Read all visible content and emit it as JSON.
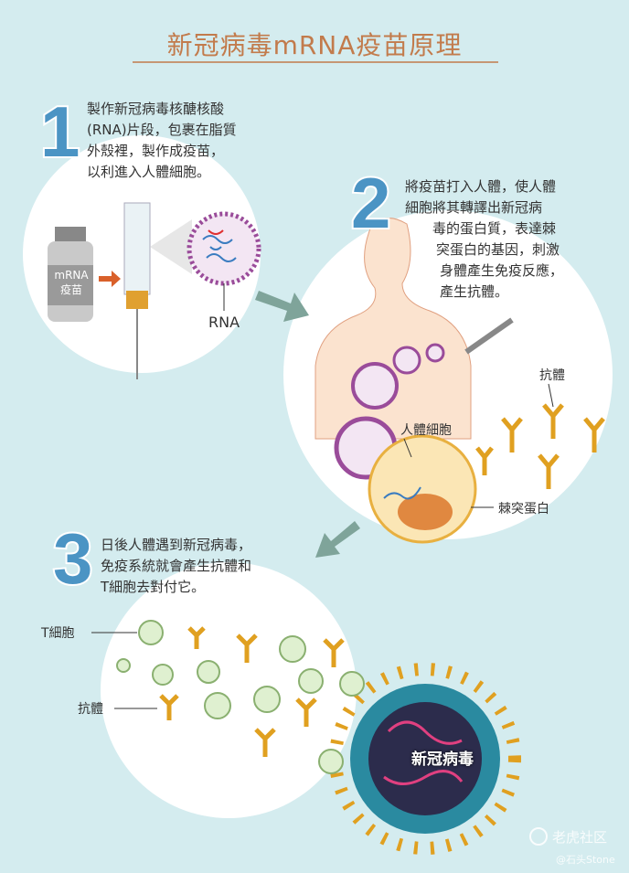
{
  "title": "新冠病毒mRNA疫苗原理",
  "steps": [
    {
      "number": "1",
      "lines": [
        "製作新冠病毒核醣核酸",
        "(RNA)片段，包裹在脂質",
        "外殼裡，製作成疫苗，",
        "以利進入人體細胞。"
      ]
    },
    {
      "number": "2",
      "lines": [
        "將疫苗打入人體，使人體",
        "細胞將其轉譯出新冠病",
        "毒的蛋白質，表達棘",
        "突蛋白的基因，刺激",
        "身體產生免疫反應，",
        "產生抗體。"
      ]
    },
    {
      "number": "3",
      "lines": [
        "日後人體遇到新冠病毒，",
        "免疫系統就會產生抗體和",
        "T細胞去對付它。"
      ]
    }
  ],
  "labels": {
    "vial_line1": "mRNA",
    "vial_line2": "疫苗",
    "rna": "RNA",
    "antibody_2": "抗體",
    "human_cell": "人體細胞",
    "spike": "棘突蛋白",
    "t_cell": "T細胞",
    "antibody_3": "抗體",
    "virus": "新冠病毒",
    "t_glyph": "T"
  },
  "watermark": {
    "brand": "老虎社区",
    "user": "@石头Stone"
  },
  "colors": {
    "background": "#d4ecef",
    "title": "#c27b4c",
    "number": "#4b94c4",
    "arrow": "#7fa49a",
    "antibody": "#e0a020"
  }
}
